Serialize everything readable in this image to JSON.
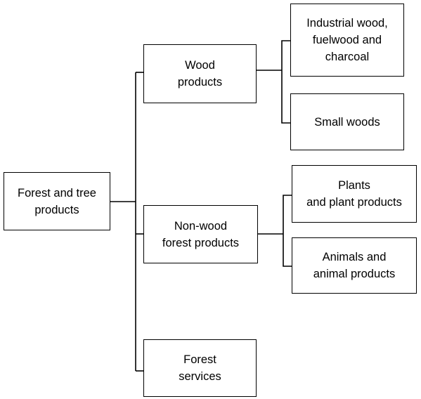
{
  "nodes": {
    "root": {
      "label": "Forest and tree\nproducts"
    },
    "wood_products": {
      "label": "Wood\nproducts"
    },
    "non_wood_products": {
      "label": "Non-wood\nforest products"
    },
    "forest_services": {
      "label": "Forest\nservices"
    },
    "industrial_wood": {
      "label": "Industrial wood,\nfuelwood and\ncharcoal"
    },
    "small_woods": {
      "label": "Small woods"
    },
    "plants": {
      "label": "Plants\nand plant products"
    },
    "animals": {
      "label": "Animals and\nanimal products"
    }
  }
}
